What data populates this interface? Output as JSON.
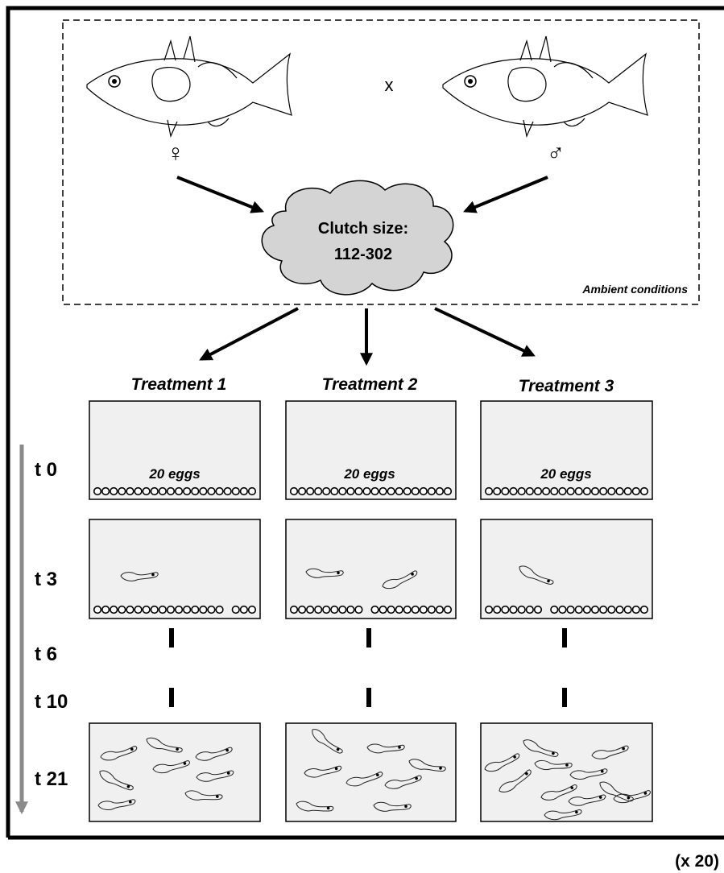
{
  "cross": {
    "female_symbol": "♀",
    "male_symbol": "♂",
    "cross_symbol": "x",
    "clutch_line1": "Clutch size:",
    "clutch_line2": "112-302",
    "ambient_label": "Ambient conditions"
  },
  "treatments": [
    {
      "label": "Treatment 1",
      "eggs_label": "20 eggs",
      "t0_eggs": 20,
      "t3_eggs": [
        16,
        3
      ],
      "t3_larvae": 1,
      "t21_larvae": 8
    },
    {
      "label": "Treatment 2",
      "eggs_label": "20 eggs",
      "t0_eggs": 20,
      "t3_eggs": [
        9,
        10
      ],
      "t3_larvae": 2,
      "t21_larvae": 8
    },
    {
      "label": "Treatment 3",
      "eggs_label": "20 eggs",
      "t0_eggs": 20,
      "t3_eggs": [
        7,
        12
      ],
      "t3_larvae": 1,
      "t21_larvae": 11
    }
  ],
  "timepoints": [
    "t 0",
    "t 3",
    "t 6",
    "t 10",
    "t 21"
  ],
  "replicate_label": "(x 20)"
}
